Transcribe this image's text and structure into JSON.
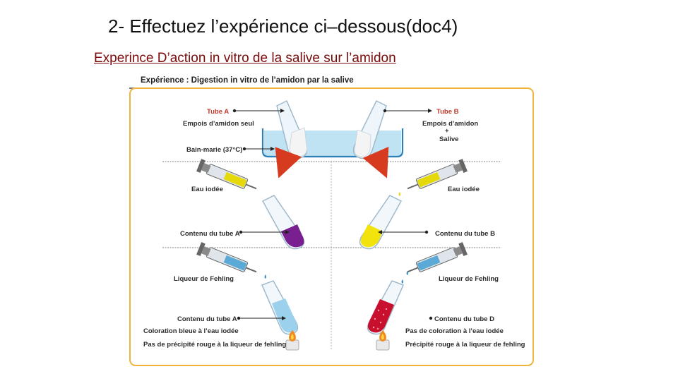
{
  "slide": {
    "title": "2- Effectuez l’expérience ci–dessous(doc4)",
    "subtitle": "Experince D’action in vitro de la salive sur l’amidon"
  },
  "figure": {
    "header": "Expérience : Digestion in vitro de l’amidon par la salive",
    "tube_a_label": "Tube A",
    "tube_a_content": "Empois d’amidon seul",
    "tube_b_label": "Tube B",
    "tube_b_content_1": "Empois d’amidon",
    "tube_b_plus": "+",
    "tube_b_content_2": "Salive",
    "bath_label": "Bain-marie (37°C)",
    "iodine_left": "Eau iodée",
    "iodine_right": "Eau iodée",
    "content_a_mid": "Contenu du tube A",
    "content_b_mid": "Contenu du tube B",
    "fehling_left": "Liqueur de Fehling",
    "fehling_right": "Liqueur de Fehling",
    "content_a_bottom": "Contenu du tube A",
    "content_d_bottom": "Contenu du tube D",
    "result_left_1": "Coloration bleue à l’eau iodée",
    "result_left_2": "Pas de précipité rouge à la liqueur de fehling",
    "result_right_1": "Pas de coloration à l’eau iodée",
    "result_right_2": "Précipité rouge à la liqueur de fehling"
  },
  "colors": {
    "frame": "#f0b43c",
    "water": "#bfe3f2",
    "iodine": "#e5d90a",
    "violet": "#7a1f8f",
    "yellow": "#f2e30c",
    "fehling_blue": "#5aa9d6",
    "precipitate_red": "#c8102e",
    "arrow_red": "#d63b1f"
  },
  "icons": [
    "test-tube-icon",
    "syringe-icon",
    "flame-icon",
    "curved-arrow-icon"
  ]
}
